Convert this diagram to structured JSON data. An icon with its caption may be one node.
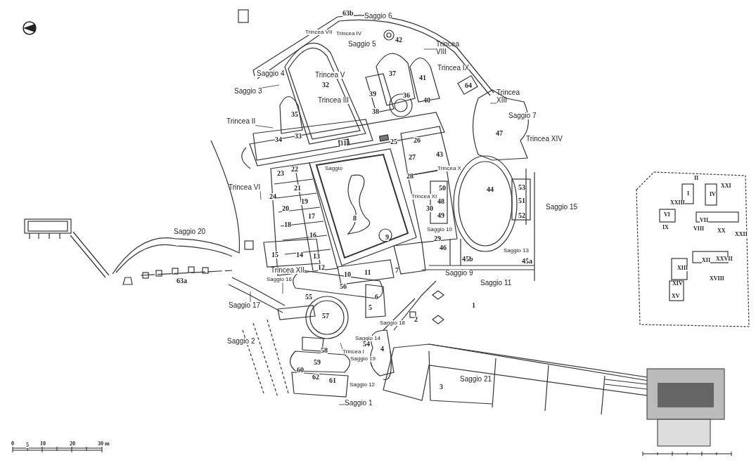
{
  "diagram": {
    "nodes": [
      {
        "text": [
          "Trincea VIII"
        ]
      },
      {
        "text": [
          "Trincea XIII"
        ]
      },
      {
        "text": [
          "Saggio 3"
        ]
      },
      {
        "text": [
          "Trincea II"
        ]
      },
      {
        "text": [
          "Trincea VI"
        ]
      },
      {
        "text": [
          "Saggio 16"
        ]
      },
      {
        "text": [
          "Saggio 17"
        ]
      },
      {
        "text": [
          "Trincea I"
        ]
      },
      {
        "text": [
          "Saggio 1"
        ]
      }
    ],
    "edges": [
      {
        "from": 0,
        "to": null,
        "arrow": "none"
      },
      {
        "from": 1,
        "to": null,
        "arrow": "none"
      },
      {
        "from": 2,
        "to": null,
        "arrow": "none"
      },
      {
        "from": 3,
        "to": null,
        "arrow": "none"
      },
      {
        "from": 4,
        "to": null,
        "arrow": "none"
      },
      {
        "from": 5,
        "to": null,
        "arrow": "none"
      },
      {
        "from": 6,
        "to": null,
        "arrow": "none"
      },
      {
        "from": 7,
        "to": null,
        "arrow": "none"
      },
      {
        "from": 8,
        "to": null,
        "arrow": "none"
      }
    ],
    "labels": [
      "63b",
      "Saggio 6",
      "Trincea VII",
      "Trincea IV",
      "Saggio 5",
      "42",
      "Saggio 4",
      "Trincea V",
      "37",
      "41",
      "Trincea IX",
      "32",
      "64",
      "Trincea III",
      "39",
      "36",
      "40",
      "35",
      "38",
      "Saggio 7",
      "34",
      "33",
      "31",
      "25",
      "26",
      "47",
      "Trincea XIV",
      "27",
      "43",
      "23",
      "22",
      "Saggio",
      "28",
      "Trincea X",
      "21",
      "50",
      "44",
      "53",
      "24",
      "19",
      "Trincea XI",
      "48",
      "51",
      "20",
      "30",
      "Saggio 15",
      "17",
      "8",
      "49",
      "52",
      "Saggio 20",
      "18",
      "16",
      "9",
      "Saggio 10",
      "29",
      "15",
      "14",
      "13",
      "46",
      "45b",
      "Saggio 13",
      "45a",
      "Trincea XII",
      "12",
      "10",
      "11",
      "7",
      "Saggio 9",
      "63a",
      "56",
      "Saggio 11",
      "55",
      "6",
      "5",
      "1",
      "57",
      "Saggio 18",
      "2",
      "Saggio 2",
      "58",
      "Saggio 14",
      "54",
      "4",
      "59",
      "Saggio 19",
      "60",
      "62",
      "61",
      "Saggio 12",
      "3",
      "Saggio 21",
      "II",
      "XXI",
      "I",
      "IV",
      "XXIII",
      "VI",
      "VII",
      "IX",
      "VIII",
      "XX",
      "XXII",
      "XII",
      "XXVII",
      "XIII",
      "XIV",
      "XVIII",
      "XV",
      "0",
      "5",
      "10",
      "20",
      "30 m"
    ]
  }
}
